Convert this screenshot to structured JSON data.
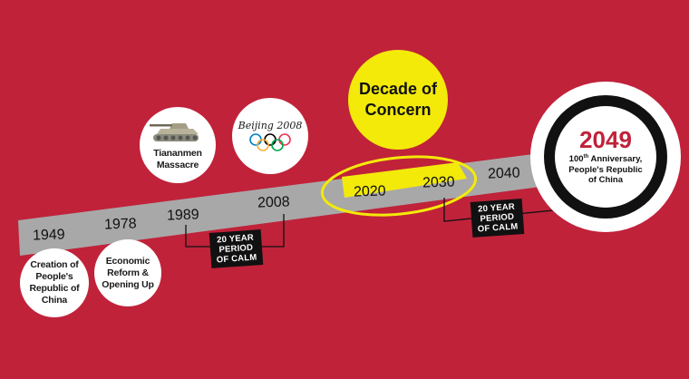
{
  "timeline": {
    "years": [
      {
        "label": "1949"
      },
      {
        "label": "1978"
      },
      {
        "label": "1989"
      },
      {
        "label": "2008"
      },
      {
        "label": "2020"
      },
      {
        "label": "2030"
      },
      {
        "label": "2040"
      }
    ]
  },
  "events": {
    "creation": "Creation of People's Republic of China",
    "reform": "Economic Reform & Opening Up",
    "tiananmen": "Tiananmen Massacre",
    "beijing_logo": "Beijing 2008"
  },
  "calm_labels": {
    "first": "20 YEAR\nPERIOD\nOF CALM",
    "second": "20 YEAR\nPERIOD\nOF CALM"
  },
  "concern": {
    "label": "Decade of\nConcern"
  },
  "goal": {
    "year": "2049",
    "anniversary_num": "100",
    "anniversary_sup": "th",
    "anniversary_rest": " Anniversary, People's Republic of China"
  },
  "colors": {
    "background": "#c0223a",
    "arrow": "#a8a8a8",
    "highlight": "#f3ea0a",
    "text_dark": "#111111"
  },
  "icons": [
    "tank-icon",
    "olympic-rings-icon"
  ]
}
